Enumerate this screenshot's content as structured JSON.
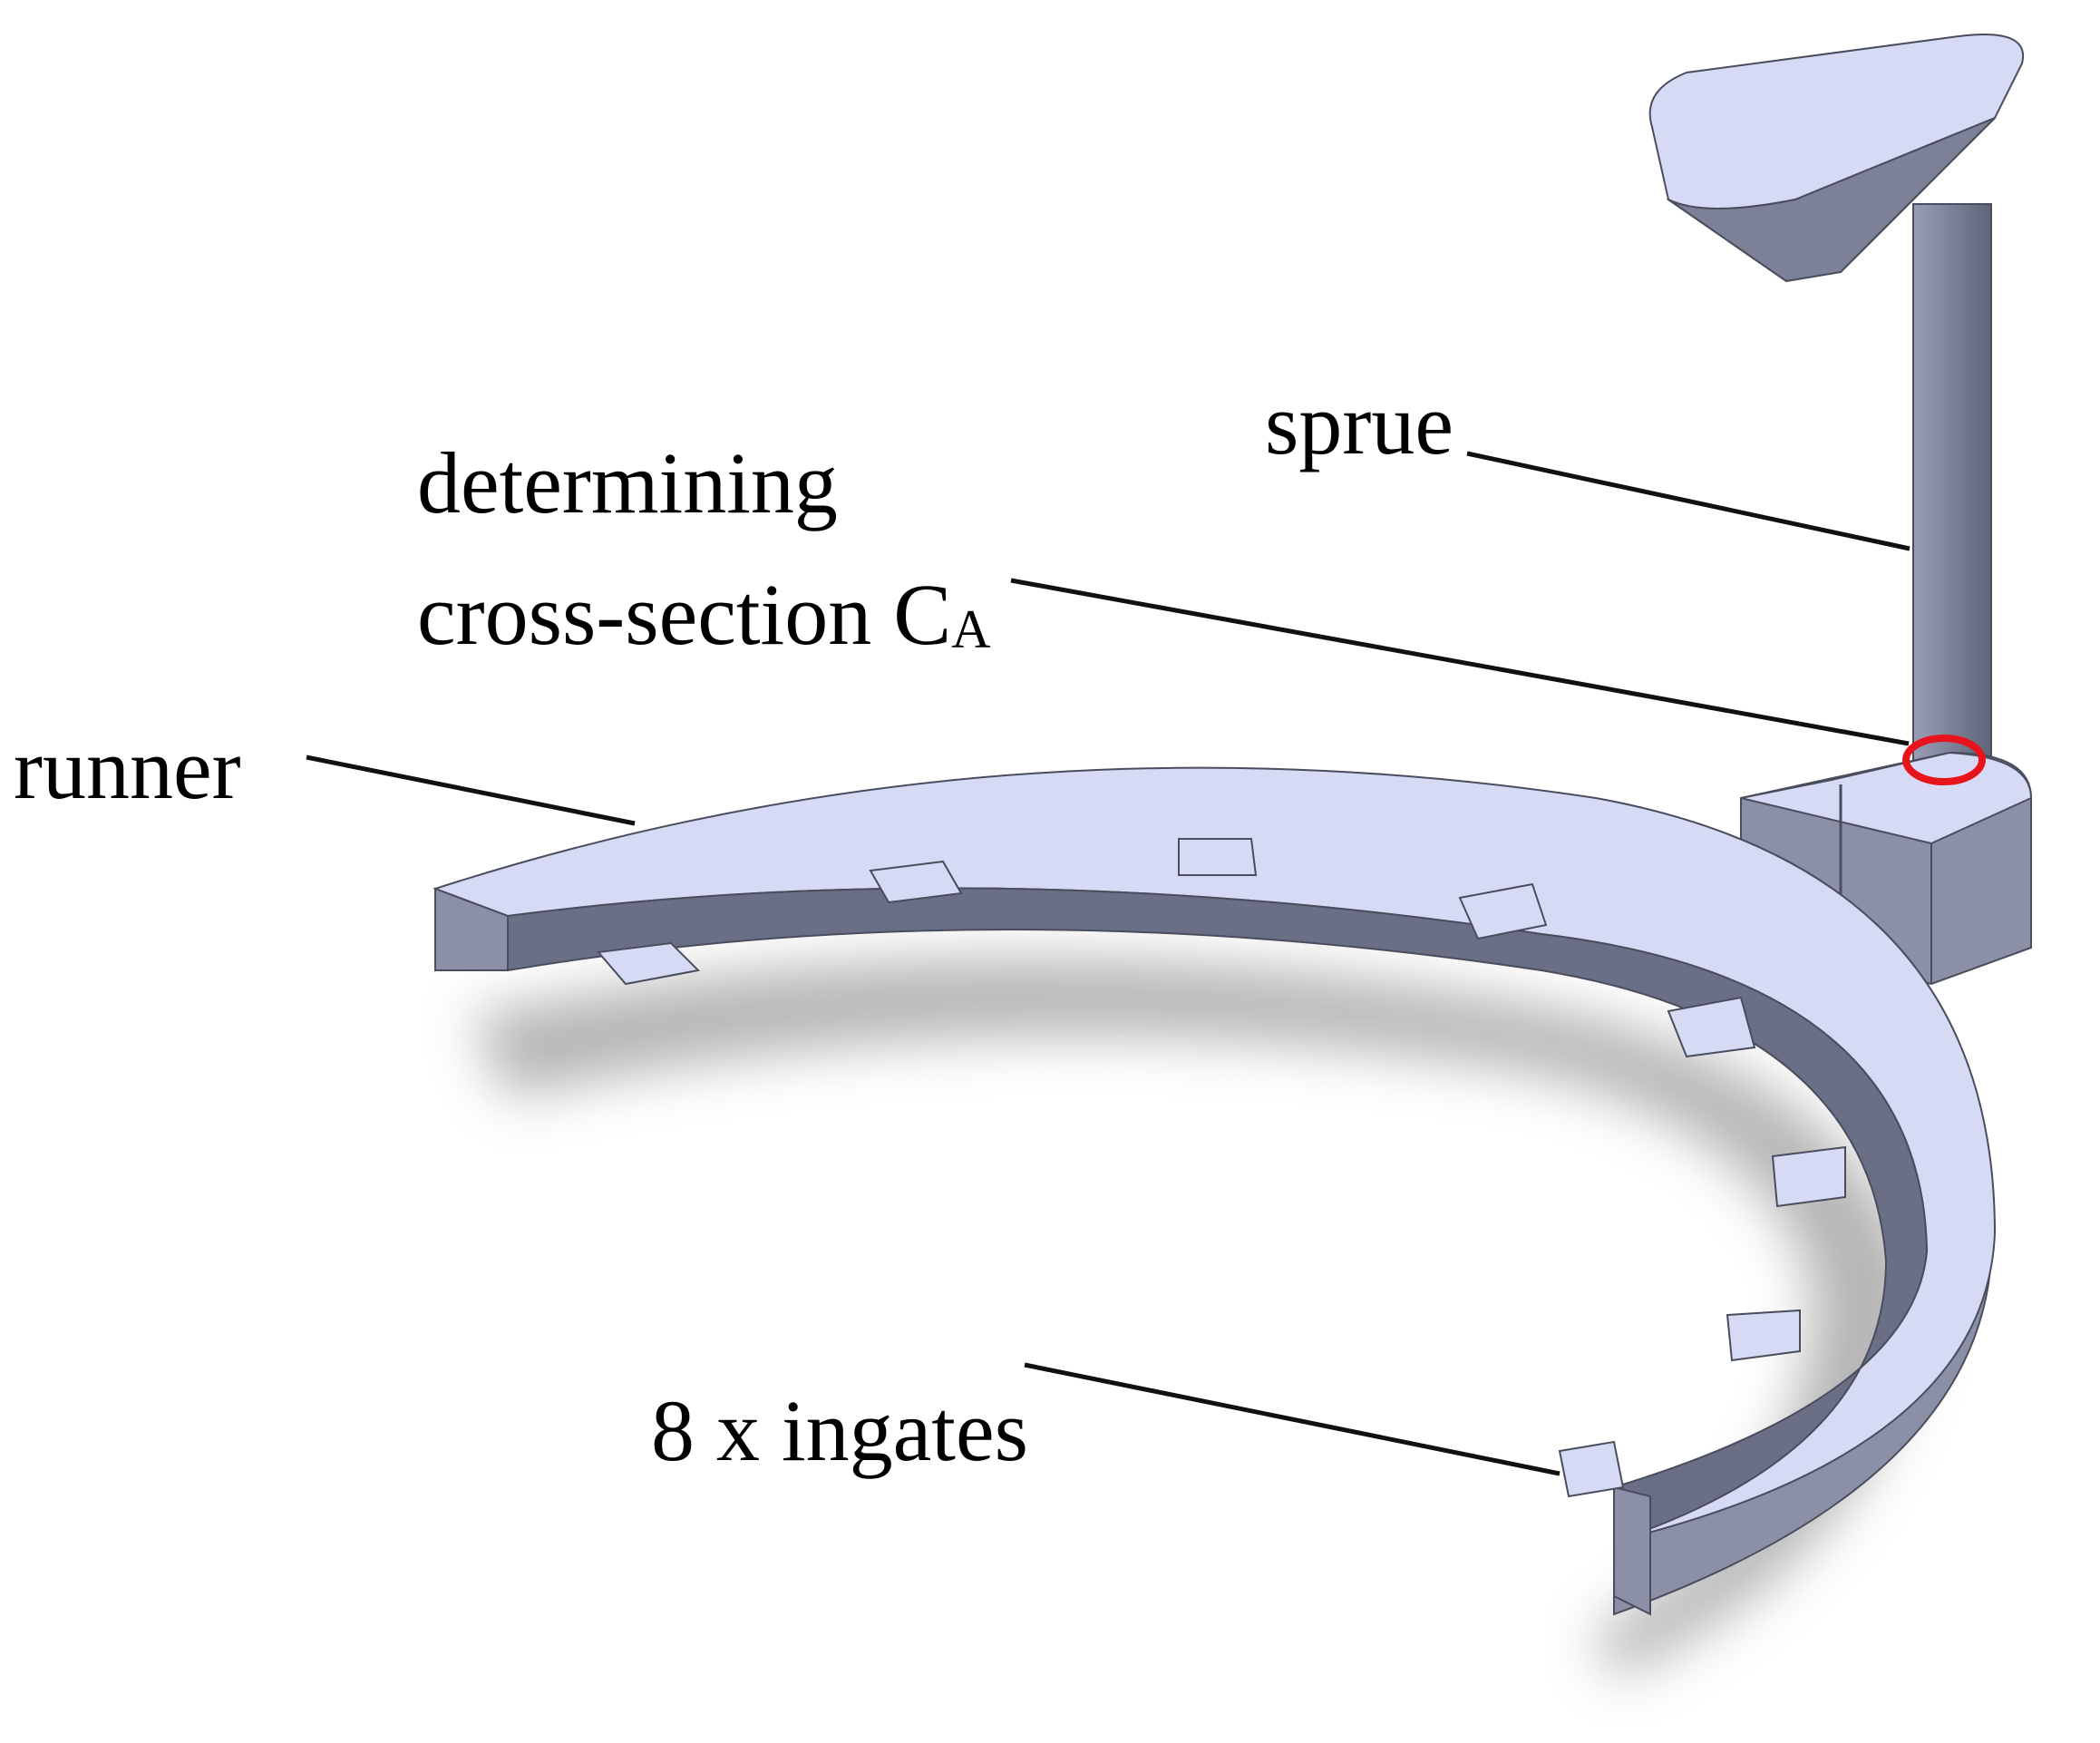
{
  "labels": {
    "sprue": "sprue",
    "determining_line1": "determining",
    "determining_line2": "cross-section C",
    "determining_subscript": "A",
    "runner": "runner",
    "ingates": "8 x ingates"
  },
  "colors": {
    "top_face": "#d6daf4",
    "side_face": "#8c90a6",
    "dark_face": "#6b6f85",
    "edge": "#4a4d5e",
    "highlight_ring": "#e8141c",
    "leader_line": "#111111"
  }
}
